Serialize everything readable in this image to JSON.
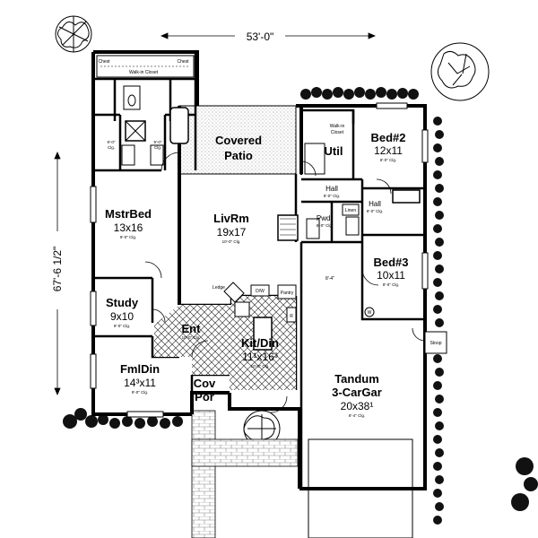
{
  "dimensions": {
    "width": "53'-0\"",
    "depth": "67'-6 1/2\""
  },
  "rooms": {
    "covered_patio": {
      "name_line1": "Covered",
      "name_line2": "Patio"
    },
    "master_bed": {
      "name": "MstrBed",
      "size": "13x16",
      "ceiling": "9'-0\" Clg."
    },
    "living_room": {
      "name": "LivRm",
      "size": "19x17",
      "ceiling": "10'-0\" Clg."
    },
    "study": {
      "name": "Study",
      "size": "9x10",
      "ceiling": "9'-0\" Clg."
    },
    "family_dining": {
      "name": "FmlDin",
      "size": "14³x11",
      "ceiling": "9'-0\" Clg."
    },
    "entry": {
      "name": "Ent",
      "ceiling": "10'-0\" Clg."
    },
    "kitchen_dining": {
      "name": "Kit/Din",
      "size": "11¹x16³",
      "ceiling": "10'-0\" Clg."
    },
    "covered_porch": {
      "name_line1": "Cov",
      "name_line2": "Por"
    },
    "bed2": {
      "name": "Bed#2",
      "size": "12x11",
      "ceiling": "8'-0\" Clg."
    },
    "bed3": {
      "name": "Bed#3",
      "size": "10x11",
      "ceiling": "8'-0\" Clg."
    },
    "utility": {
      "name": "Util"
    },
    "powder": {
      "name": "Pwdr",
      "ceiling": "8'-0\" Clg."
    },
    "hall1": {
      "name": "Hall",
      "ceiling": "8'-0\" Clg."
    },
    "hall2": {
      "name": "Hall",
      "ceiling": "8'-0\" Clg."
    },
    "garage": {
      "name_line1": "Tandum",
      "name_line2": "3-CarGar",
      "size": "20x38¹",
      "ceiling": "8'-4\" Clg."
    }
  },
  "small_labels": {
    "walk_in_closet": "Walk-in Closet",
    "walk_in_closet_b2_line1": "Walk-in",
    "walk_in_closet_b2_line2": "Closet",
    "chest_left": "Chest",
    "chest_right": "Chest",
    "bath_clg_left_1": "9'-0\"",
    "bath_clg_left_2": "Clg.",
    "bath_clg_right_1": "9'-0\"",
    "bath_clg_right_2": "Clg.",
    "ledge": "Ledge",
    "dw": "D/W",
    "pantry": "Pantry",
    "linen": "Linen",
    "stoop": "Stoop",
    "garage_ceiling_note": "8'-4\"",
    "wh": "W",
    "ref": "R"
  }
}
